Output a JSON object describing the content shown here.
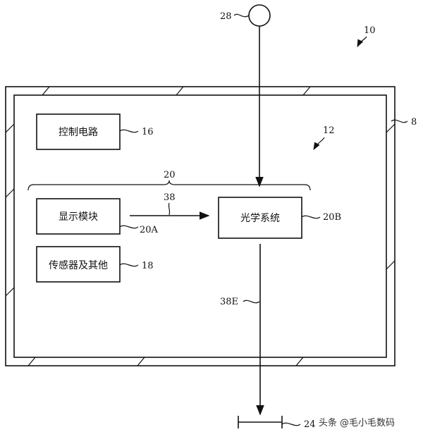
{
  "labels": {
    "system": "10",
    "housing": "8",
    "device": "12",
    "control_circuit": "16",
    "sensors_other": "18",
    "group": "20",
    "display_module": "20A",
    "optical_system": "20B",
    "target": "24",
    "external_light": "28",
    "image_light": "38",
    "output_light": "38E"
  },
  "boxes": {
    "control_circuit": "控制电路",
    "display_module": "显示模块",
    "sensors_other": "传感器及其他",
    "optical_system": "光学系统"
  },
  "watermark": "头条 @毛小毛数码"
}
